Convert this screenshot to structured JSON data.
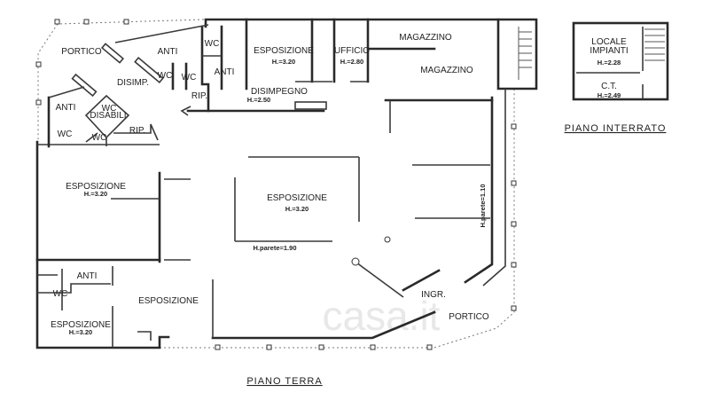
{
  "watermark": "casa.it",
  "ground_floor": {
    "title": "PIANO TERRA",
    "rooms": {
      "portico_top": "PORTICO",
      "anti_top": "ANTI",
      "wc_top": "WC",
      "anti_mid": "ANTI",
      "esposizione_top": "ESPOSIZIONE",
      "esposizione_top_h": "H.=3.20",
      "ufficio": "UFFICIO",
      "ufficio_h": "H.=2.80",
      "magazzino_small": "MAGAZZINO",
      "magazzino_large": "MAGAZZINO",
      "disimp": "DISIMP.",
      "wc_a": "WC",
      "wc_b": "WC",
      "rip_top": "RIP.",
      "disimpegno": "DISIMPEGNO",
      "disimpegno_h": "H.=2.50",
      "anti_left": "ANTI",
      "wc_disabili_1": "WC",
      "wc_disabili_2": "DISABILI",
      "wc_left1": "WC",
      "wc_left2": "WC",
      "rip_left": "RIP.",
      "esposizione_left": "ESPOSIZIONE",
      "esposizione_left_h": "H.=3.20",
      "esposizione_center": "ESPOSIZIONE",
      "esposizione_center_h": "H.=3.20",
      "hparete_center": "H.parete=1.90",
      "hparete_right": "H.parete=1.10",
      "anti_bottom": "ANTI",
      "wc_bottom": "WC",
      "esposizione_bottom": "ESPOSIZIONE",
      "esposizione_small": "ESPOSIZIONE",
      "esposizione_small_h": "H.=3.20",
      "ingr": "INGR.",
      "portico_bottom": "PORTICO"
    }
  },
  "basement": {
    "title": "PIANO INTERRATO",
    "rooms": {
      "locale_1": "LOCALE",
      "locale_2": "IMPIANTI",
      "locale_h": "H.=2.28",
      "ct": "C.T.",
      "ct_h": "H.=2.49"
    }
  }
}
